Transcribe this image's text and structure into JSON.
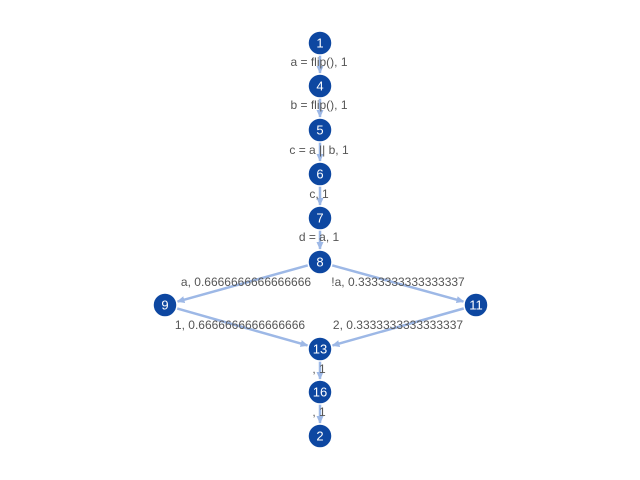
{
  "graph": {
    "nodes": [
      {
        "id": "1",
        "label": "1"
      },
      {
        "id": "4",
        "label": "4"
      },
      {
        "id": "5",
        "label": "5"
      },
      {
        "id": "6",
        "label": "6"
      },
      {
        "id": "7",
        "label": "7"
      },
      {
        "id": "8",
        "label": "8"
      },
      {
        "id": "9",
        "label": "9"
      },
      {
        "id": "11",
        "label": "11"
      },
      {
        "id": "13",
        "label": "13"
      },
      {
        "id": "16",
        "label": "16"
      },
      {
        "id": "2",
        "label": "2"
      }
    ],
    "edges": [
      {
        "from": "1",
        "to": "4",
        "label": "a = flip(), 1"
      },
      {
        "from": "4",
        "to": "5",
        "label": "b = flip(), 1"
      },
      {
        "from": "5",
        "to": "6",
        "label": "c = a || b, 1"
      },
      {
        "from": "6",
        "to": "7",
        "label": "c, 1"
      },
      {
        "from": "7",
        "to": "8",
        "label": "d = a, 1"
      },
      {
        "from": "8",
        "to": "9",
        "label": "a, 0.6666666666666666"
      },
      {
        "from": "8",
        "to": "11",
        "label": "!a, 0.3333333333333337"
      },
      {
        "from": "9",
        "to": "13",
        "label": "1, 0.6666666666666666"
      },
      {
        "from": "11",
        "to": "13",
        "label": "2, 0.3333333333333337"
      },
      {
        "from": "13",
        "to": "16",
        "label": ", 1"
      },
      {
        "from": "16",
        "to": "2",
        "label": ", 1"
      }
    ],
    "colors": {
      "node_fill": "#0d47a1",
      "node_text": "#ffffff",
      "edge": "#9db8e6",
      "edge_label": "#555555"
    }
  }
}
